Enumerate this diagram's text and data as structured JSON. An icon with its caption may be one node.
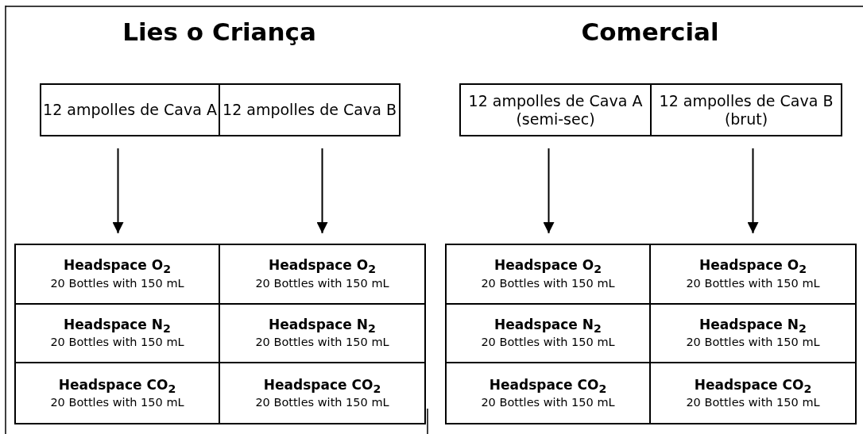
{
  "diagram": {
    "nodes": [
      {
        "text": [
          "12 ampolles de Cava A"
        ]
      },
      {
        "text": [
          "12 ampolles de Cava B"
        ]
      },
      {
        "text": [
          "12 ampolles de Cava A (semi-sec)"
        ]
      },
      {
        "text": [
          "12 ampolles de Cava B (brut)"
        ]
      },
      {
        "text": [],
        "shape": "box"
      },
      {
        "text": [
          "Headspace O$_{2}$",
          "20 Bottles with 150 mL"
        ],
        "in": 4
      },
      {
        "text": [
          "Headspace O$_{2}$",
          "20 Bottles with 150 mL"
        ],
        "in": 4
      },
      {
        "text": [
          "Headspace N$_{2}$",
          "20 Bottles with 150 mL"
        ],
        "in": 4
      },
      {
        "text": [
          "Headspace N$_{2}$",
          "20 Bottles with 150 mL"
        ],
        "in": 4
      },
      {
        "text": [
          "Headspace CO$_{2}$",
          "20 Bottles with 150 mL"
        ],
        "in": 4
      },
      {
        "text": [
          "Headspace CO$_{2}$",
          "20 Bottles with 150 mL"
        ],
        "in": 4
      },
      {
        "text": [],
        "shape": "box"
      },
      {
        "text": [
          "Headspace O$_{2}$",
          "20 Bottles with 150 mL"
        ],
        "in": 11
      },
      {
        "text": [
          "Headspace O$_{2}$",
          "20 Bottles with 150 mL"
        ],
        "in": 11
      },
      {
        "text": [
          "Headspace N$_{2}$",
          "20 Bottles with 150 mL"
        ],
        "in": 11
      },
      {
        "text": [
          "Headspace N$_{2}$",
          "20 Bottles with 150 mL"
        ],
        "in": 11
      },
      {
        "text": [
          "Headspace CO$_{2}$",
          "20 Bottles with 150 mL"
        ],
        "in": 11
      },
      {
        "text": [
          "Headspace CO$_{2}$",
          "20 Bottles with 150 mL"
        ],
        "in": 11
      }
    ],
    "edges": [
      {
        "from": 0,
        "to": 5,
        "arrow": "to"
      },
      {
        "from": 1,
        "to": 6,
        "arrow": "to"
      },
      {
        "from": 2,
        "to": 12,
        "arrow": "to"
      },
      {
        "from": 3,
        "to": 13,
        "arrow": "to"
      }
    ],
    "labels": [
      "Lies o Criança",
      "Comercial"
    ]
  }
}
